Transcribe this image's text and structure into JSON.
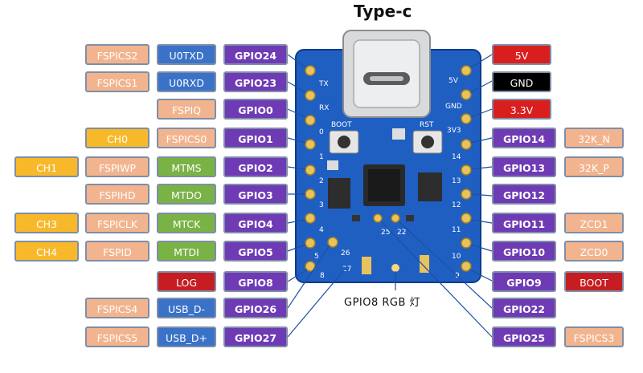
{
  "title": "Type-c",
  "note": "GPIO8 RGB 灯",
  "board_marks": {
    "tx": "TX",
    "rx": "RX",
    "boot": "BOOT",
    "rst": "RST",
    "v5": "5V",
    "gnd": "GND",
    "v33": "3V3",
    "pin0": "0",
    "pin1": "1",
    "pin2": "2",
    "pin3": "3",
    "pin4": "4",
    "pin5": "5",
    "pin14": "14",
    "pin13": "13",
    "pin12": "12",
    "pin11": "11",
    "pin10": "10",
    "pin9": "9",
    "pin26": "26",
    "pin27": "27",
    "pin8": "8",
    "pin25": "25",
    "pin22": "22"
  },
  "left": {
    "gpio": [
      "GPIO24",
      "GPIO23",
      "GPIO0",
      "GPIO1",
      "GPIO2",
      "GPIO3",
      "GPIO4",
      "GPIO5",
      "GPIO8",
      "GPIO26",
      "GPIO27"
    ],
    "func2": [
      "U0TXD",
      "U0RXD",
      "FSPIQ",
      "FSPICS0",
      "MTMS",
      "MTDO",
      "MTCK",
      "MTDI",
      "LOG",
      "USB_D-",
      "USB_D+"
    ],
    "func3": [
      "FSPICS2",
      "FSPICS1",
      "",
      "",
      "FSPIWP",
      "FSPIHD",
      "FSPICLK",
      "FSPID",
      "",
      "FSPICS4",
      "FSPICS5"
    ],
    "adc": [
      "",
      "",
      "",
      "CH0",
      "CH1",
      "",
      "CH3",
      "CH4",
      "",
      "",
      ""
    ]
  },
  "right": {
    "power": [
      "5V",
      "GND",
      "3.3V"
    ],
    "gpio": [
      "GPIO14",
      "GPIO13",
      "GPIO12",
      "GPIO11",
      "GPIO10",
      "GPIO9",
      "GPIO22",
      "GPIO25"
    ],
    "func": [
      "32K_N",
      "32K_P",
      "",
      "ZCD1",
      "ZCD0",
      "BOOT",
      "",
      "FSPICS3"
    ]
  },
  "colors": {
    "board": "#1f5fc2",
    "pad": "#e8c25a",
    "gpio": "#6e3bb5",
    "power_red": "#d91e1e",
    "gnd": "#000000"
  }
}
